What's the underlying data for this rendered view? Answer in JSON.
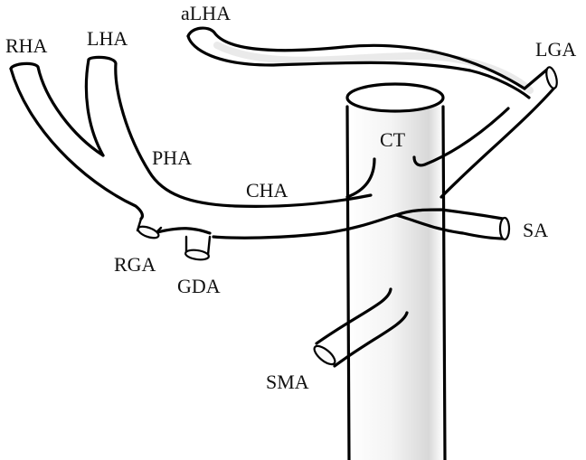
{
  "diagram": {
    "subject": "Celiac trunk and hepatic arterial branches",
    "stroke_color": "#000000",
    "background": "#ffffff",
    "labels": {
      "rha": "RHA",
      "lha": "LHA",
      "alha": "aLHA",
      "lga": "LGA",
      "pha": "PHA",
      "cha": "CHA",
      "ct": "CT",
      "sa": "SA",
      "rga": "RGA",
      "gda": "GDA",
      "sma": "SMA"
    }
  }
}
